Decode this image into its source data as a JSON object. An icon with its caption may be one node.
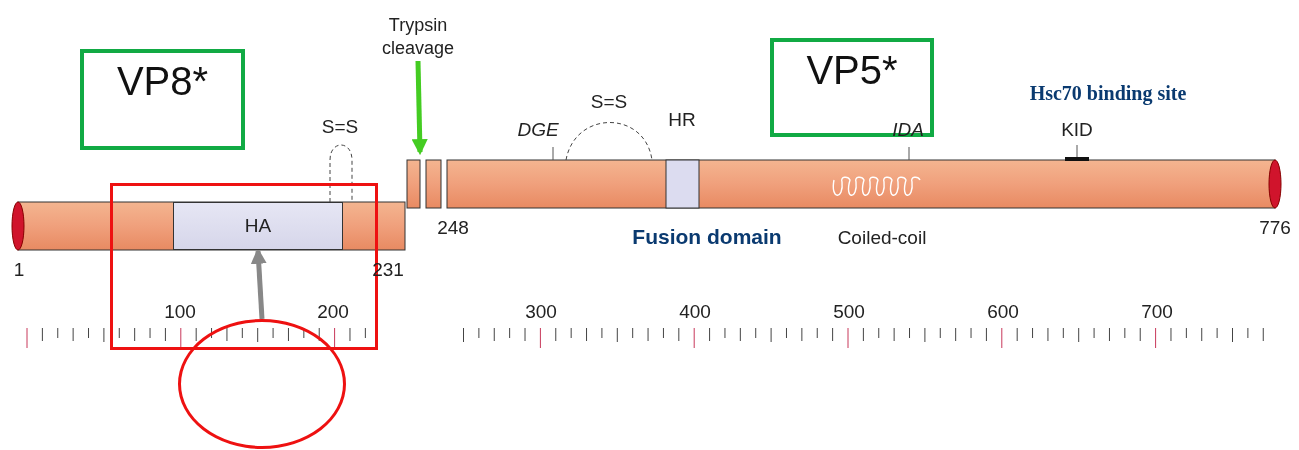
{
  "diagram": {
    "nodes": [
      {
        "text": [
          "Trypsin cleavage"
        ]
      },
      {
        "text": [
          "VP8*"
        ]
      },
      {
        "text": [
          "VP5*"
        ]
      },
      {
        "text": [],
        "shape": "box"
      },
      {
        "text": [
          "HA"
        ],
        "in": 3
      },
      {
        "text": [],
        "shape": "circle"
      }
    ],
    "edges": [
      {
        "from": 0,
        "to": null,
        "arrow": "to",
        "color": "#44cc22"
      },
      {
        "from": 5,
        "to": 4,
        "arrow": "to",
        "color": "#888888"
      }
    ],
    "labels": [
      "S=S",
      "DGE",
      "S=S",
      "HR",
      "IDA",
      "Hsc70 binding site",
      "KID",
      "1",
      "248",
      "Fusion domain",
      "Coiled-coil",
      "776",
      "231",
      "100",
      "200",
      "300",
      "400",
      "500",
      "600",
      "700"
    ]
  }
}
